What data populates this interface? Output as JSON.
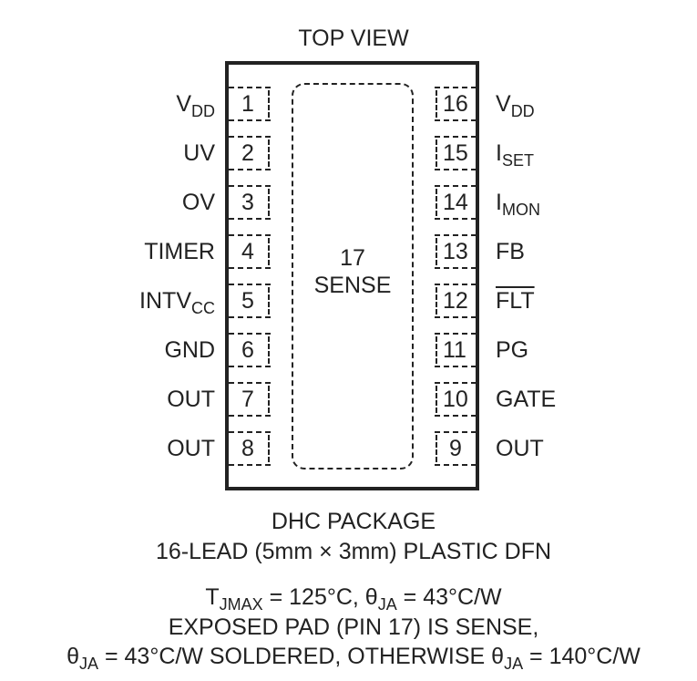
{
  "title": "TOP VIEW",
  "left_pins": [
    {
      "num": "1",
      "name": "V",
      "sub": "DD"
    },
    {
      "num": "2",
      "name": "UV",
      "sub": ""
    },
    {
      "num": "3",
      "name": "OV",
      "sub": ""
    },
    {
      "num": "4",
      "name": "TIMER",
      "sub": ""
    },
    {
      "num": "5",
      "name": "INTV",
      "sub": "CC"
    },
    {
      "num": "6",
      "name": "GND",
      "sub": ""
    },
    {
      "num": "7",
      "name": "OUT",
      "sub": ""
    },
    {
      "num": "8",
      "name": "OUT",
      "sub": ""
    }
  ],
  "right_pins": [
    {
      "num": "16",
      "name": "V",
      "sub": "DD",
      "overline": false
    },
    {
      "num": "15",
      "name": "I",
      "sub": "SET",
      "overline": false
    },
    {
      "num": "14",
      "name": "I",
      "sub": "MON",
      "overline": false
    },
    {
      "num": "13",
      "name": "FB",
      "sub": "",
      "overline": false
    },
    {
      "num": "12",
      "name": "FLT",
      "sub": "",
      "overline": true
    },
    {
      "num": "11",
      "name": "PG",
      "sub": "",
      "overline": false
    },
    {
      "num": "10",
      "name": "GATE",
      "sub": "",
      "overline": false
    },
    {
      "num": "9",
      "name": "OUT",
      "sub": "",
      "overline": false
    }
  ],
  "exposed_pad": {
    "num": "17",
    "name": "SENSE"
  },
  "package": {
    "line1": "DHC PACKAGE",
    "line2": "16-LEAD (5mm × 3mm) PLASTIC DFN"
  },
  "notes": {
    "line1": {
      "t": "T",
      "t_sub": "JMAX",
      "rest1": " = 125°C, θ",
      "ja_sub": "JA",
      "rest2": " = 43°C/W"
    },
    "line2": "EXPOSED PAD (PIN 17) IS SENSE,",
    "line3": {
      "theta1": "θ",
      "ja_sub1": "JA",
      "mid": " = 43°C/W SOLDERED, OTHERWISE θ",
      "ja_sub2": "JA",
      "end": " = 140°C/W"
    }
  }
}
